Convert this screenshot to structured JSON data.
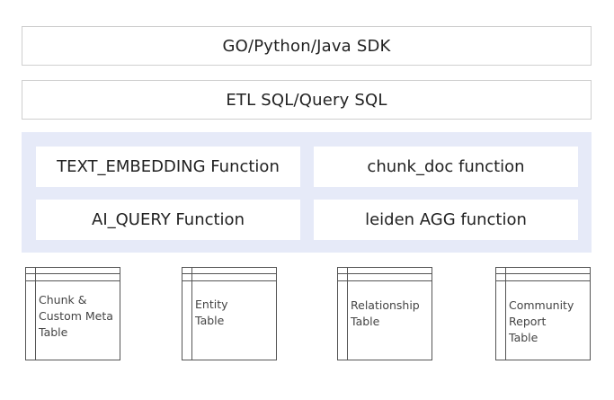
{
  "layers": {
    "sdk": "GO/Python/Java SDK",
    "sql": "ETL SQL/Query SQL"
  },
  "functions": [
    "TEXT_EMBEDDING Function",
    "chunk_doc function",
    "AI_QUERY Function",
    "leiden AGG function"
  ],
  "tables": [
    "Chunk &\nCustom Meta\nTable",
    "Entity\nTable",
    "Relationship\nTable",
    "Community\nReport\nTable"
  ]
}
